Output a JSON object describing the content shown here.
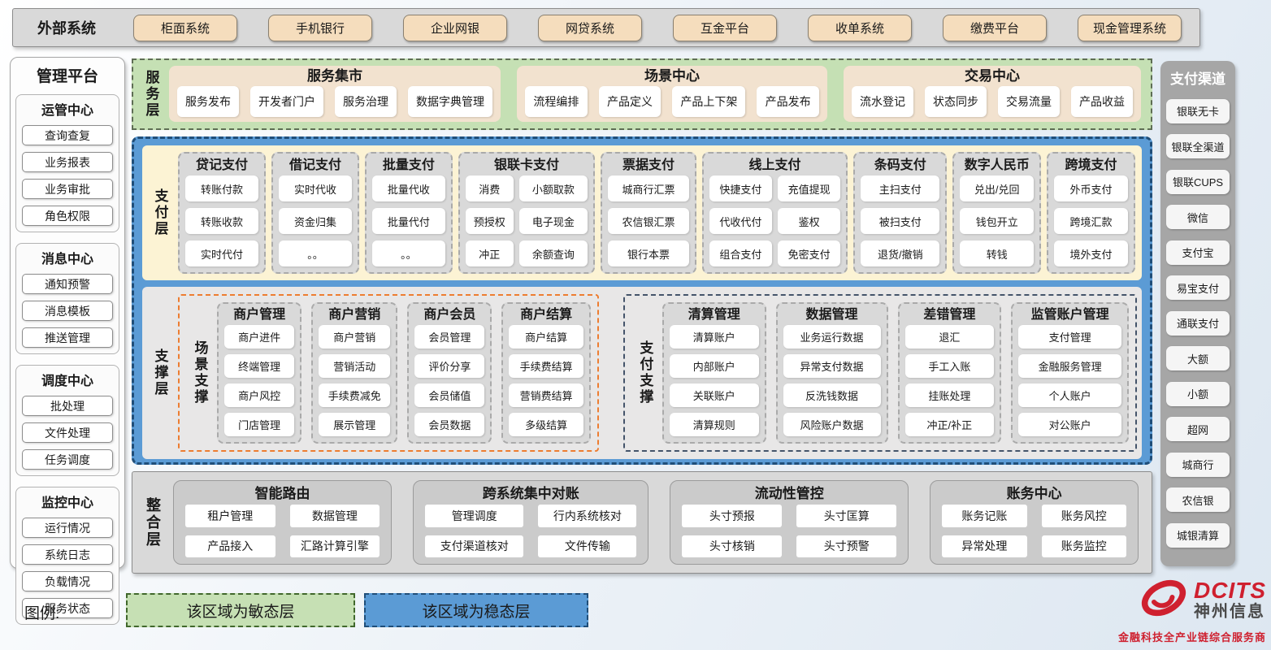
{
  "colors": {
    "agile_green": "#C6E0B4",
    "stable_blue": "#5B9BD5",
    "cream": "#FCF3D4",
    "tan_button": "#F5DDBD",
    "brand_red": "#CF202F"
  },
  "external_systems": {
    "label": "外部系统",
    "items": [
      "柜面系统",
      "手机银行",
      "企业网银",
      "网贷系统",
      "互金平台",
      "收单系统",
      "缴费平台",
      "现金管理系统"
    ]
  },
  "management_platform": {
    "title": "管理平台",
    "sections": [
      {
        "title": "运管中心",
        "items": [
          "查询查复",
          "业务报表",
          "业务审批",
          "角色权限"
        ]
      },
      {
        "title": "消息中心",
        "items": [
          "通知预警",
          "消息模板",
          "推送管理"
        ]
      },
      {
        "title": "调度中心",
        "items": [
          "批处理",
          "文件处理",
          "任务调度"
        ]
      },
      {
        "title": "监控中心",
        "items": [
          "运行情况",
          "系统日志",
          "负载情况",
          "服务状态"
        ]
      }
    ]
  },
  "service_layer": {
    "label": "服务层",
    "groups": [
      {
        "title": "服务集市",
        "items": [
          "服务发布",
          "开发者门户",
          "服务治理",
          "数据字典管理"
        ]
      },
      {
        "title": "场景中心",
        "items": [
          "流程编排",
          "产品定义",
          "产品上下架",
          "产品发布"
        ]
      },
      {
        "title": "交易中心",
        "items": [
          "流水登记",
          "状态同步",
          "交易流量",
          "产品收益"
        ]
      }
    ]
  },
  "payment_layer": {
    "label": "支付层",
    "groups": [
      {
        "title": "贷记支付",
        "items": [
          "转账付款",
          "转账收款",
          "实时代付"
        ]
      },
      {
        "title": "借记支付",
        "items": [
          "实时代收",
          "资金归集",
          "。。"
        ]
      },
      {
        "title": "批量支付",
        "items": [
          "批量代收",
          "批量代付",
          "。。"
        ]
      },
      {
        "title": "银联卡支付",
        "items": [
          "消费",
          "小额取款",
          "预授权",
          "电子现金",
          "冲正",
          "余额查询"
        ]
      },
      {
        "title": "票据支付",
        "items": [
          "城商行汇票",
          "农信银汇票",
          "银行本票"
        ]
      },
      {
        "title": "线上支付",
        "items": [
          "快捷支付",
          "充值提现",
          "代收代付",
          "鉴权",
          "组合支付",
          "免密支付"
        ]
      },
      {
        "title": "条码支付",
        "items": [
          "主扫支付",
          "被扫支付",
          "退货/撤销"
        ]
      },
      {
        "title": "数字人民币",
        "items": [
          "兑出/兑回",
          "钱包开立",
          "转钱"
        ]
      },
      {
        "title": "跨境支付",
        "items": [
          "外币支付",
          "跨境汇款",
          "境外支付"
        ]
      }
    ]
  },
  "support_layer": {
    "label": "支撑层",
    "scene_support": {
      "label": "场景支撑",
      "groups": [
        {
          "title": "商户管理",
          "items": [
            "商户进件",
            "终端管理",
            "商户风控",
            "门店管理"
          ]
        },
        {
          "title": "商户营销",
          "items": [
            "商户营销",
            "营销活动",
            "手续费减免",
            "展示管理"
          ]
        },
        {
          "title": "商户会员",
          "items": [
            "会员管理",
            "评价分享",
            "会员储值",
            "会员数据"
          ]
        },
        {
          "title": "商户结算",
          "items": [
            "商户结算",
            "手续费结算",
            "营销费结算",
            "多级结算"
          ]
        }
      ]
    },
    "payment_support": {
      "label": "支付支撑",
      "groups": [
        {
          "title": "清算管理",
          "items": [
            "清算账户",
            "内部账户",
            "关联账户",
            "清算规则"
          ]
        },
        {
          "title": "数据管理",
          "items": [
            "业务运行数据",
            "异常支付数据",
            "反洗钱数据",
            "风险账户数据"
          ]
        },
        {
          "title": "差错管理",
          "items": [
            "退汇",
            "手工入账",
            "挂账处理",
            "冲正/补正"
          ]
        },
        {
          "title": "监管账户管理",
          "items": [
            "支付管理",
            "金融服务管理",
            "个人账户",
            "对公账户"
          ]
        }
      ]
    }
  },
  "integration_layer": {
    "label": "整合层",
    "groups": [
      {
        "title": "智能路由",
        "items": [
          "租户管理",
          "数据管理",
          "产品接入",
          "汇路计算引擎"
        ]
      },
      {
        "title": "跨系统集中对账",
        "items": [
          "管理调度",
          "行内系统核对",
          "支付渠道核对",
          "文件传输"
        ]
      },
      {
        "title": "流动性管控",
        "items": [
          "头寸预报",
          "头寸匡算",
          "头寸核销",
          "头寸预警"
        ]
      },
      {
        "title": "账务中心",
        "items": [
          "账务记账",
          "账务风控",
          "异常处理",
          "账务监控"
        ]
      }
    ]
  },
  "payment_channels": {
    "title": "支付渠道",
    "items": [
      "银联无卡",
      "银联全渠道",
      "银联CUPS",
      "微信",
      "支付宝",
      "易宝支付",
      "通联支付",
      "大额",
      "小额",
      "超网",
      "城商行",
      "农信银",
      "城银清算"
    ]
  },
  "legend": {
    "label": "图例:",
    "agile": "该区域为敏态层",
    "stable": "该区域为稳态层"
  },
  "logo": {
    "brand": "DCITS",
    "name": "神州信息",
    "tagline": "金融科技全产业链综合服务商"
  }
}
